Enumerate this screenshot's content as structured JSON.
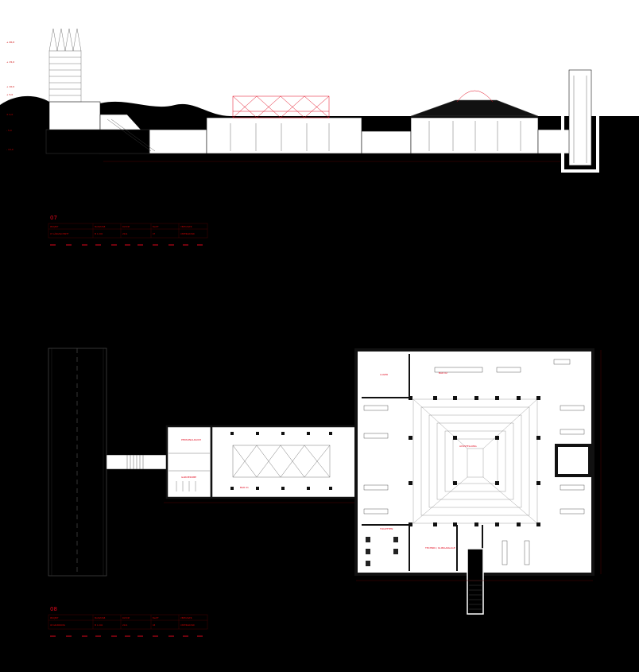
{
  "sheet": {
    "section_number": "07",
    "plan_number": "08"
  },
  "section_title_block": {
    "headers": [
      "PROJEKT",
      "MASSSTAB",
      "DATUM",
      "BLATT",
      "VERFASSER"
    ],
    "values": [
      "07 LÄNGSSCHNITT",
      "M 1:200",
      "2014",
      "07",
      "UNTERGRUND"
    ]
  },
  "plan_title_block": {
    "headers": [
      "PROJEKT",
      "MASSSTAB",
      "DATUM",
      "BLATT",
      "VERFASSER"
    ],
    "values": [
      "08 GRUNDRISS",
      "M 1:200",
      "2014",
      "08",
      "UNTERGRUND"
    ]
  },
  "level_markers": [
    "+ 20,0",
    "+ 15,0",
    "+ 10,0",
    "+ 5,0",
    "± 0,0",
    "- 5,0",
    "- 10,0"
  ],
  "rooms": {
    "lager": "LAGER",
    "bar": "BAR 02",
    "ausstellung": "AUSSTELLUNG",
    "personal": "PERSONALRAUM",
    "garderobe": "GARDEROBE",
    "bar_small": "BAR 01",
    "toiletten": "TOILETTEN",
    "technik": "TECHNIK / KLIMAANLAGE"
  },
  "colors": {
    "background": "#000000",
    "paper": "#ffffff",
    "accent": "#e1061b",
    "line": "#111111"
  }
}
